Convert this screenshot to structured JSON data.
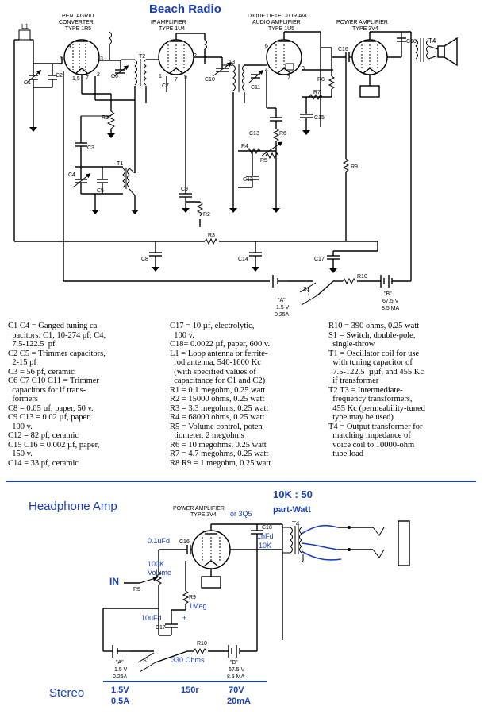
{
  "title": "Beach Radio",
  "tubes": [
    {
      "label": "PENTAGRID\nCONVERTER",
      "type": "TYPE 1R5"
    },
    {
      "label": "IF AMPLIFIER",
      "type": "TYPE 1U4"
    },
    {
      "label": "DIODE DETECTOR AVC\nAUDIO AMPLIFIER",
      "type": "TYPE 1U5"
    },
    {
      "label": "POWER AMPLIFIER",
      "type": "TYPE 3V4"
    }
  ],
  "components": {
    "L1": "L1",
    "C1": "C1",
    "C2": "C2",
    "C3": "C3",
    "C4": "C4",
    "C5": "C5",
    "C6": "C6",
    "C7": "C7",
    "C8": "C8",
    "C9": "C9",
    "C10": "C10",
    "C11": "C11",
    "C12": "C12",
    "C13": "C13",
    "C14": "C14",
    "C15": "C15",
    "C16": "C16",
    "C17": "C17",
    "C18": "C18",
    "R1": "R1",
    "R2": "R2",
    "R3": "R3",
    "R4": "R4",
    "R5": "R5",
    "R6": "R6",
    "R7": "R7",
    "R8": "R8",
    "R9": "R9",
    "R10": "R10",
    "T1": "T1",
    "T2": "T2",
    "T3": "T3",
    "T4": "T4",
    "S1": "S1"
  },
  "batteries": {
    "a_label": "\"A\"",
    "a_v": "1.5 V",
    "a_i": "0.25A",
    "b_label": "\"B\"",
    "b_v": "67.5 V",
    "b_i": "8.5 MA"
  },
  "notes_col1": "C1 C4 = Ganged tuning ca-\n  pacitors: C1, 10-274 pf; C4,\n  7.5-122.5  pf\nC2 C5 = Trimmer capacitors,\n  2-15 pf\nC3 = 56 pf, ceramic\nC6 C7 C10 C11 = Trimmer\n  capacitors for if trans-\n  formers\nC8 = 0.05 µf, paper, 50 v.\nC9 C13 = 0.02 µf, paper,\n  100 v.\nC12 = 82 pf, ceramic\nC15 C16 = 0.002 µf, paper,\n  150 v.\nC14 = 33 pf, ceramic",
  "notes_col2": "C17 = 10 µf, electrolytic,\n  100 v.\nC18= 0.0022 µf, paper, 600 v.\nL1 = Loop antenna or ferrite-\n  rod antenna, 540-1600 Kc\n  (with specified values of\n  capacitance for C1 and C2)\nR1 = 0.1 megohm, 0.25 watt\nR2 = 15000 ohms, 0.25 watt\nR3 = 3.3 megohms, 0.25 watt\nR4 = 68000 ohms, 0.25 watt\nR5 = Volume control, poten-\n  tiometer, 2 megohms\nR6 = 10 megohms, 0.25 watt\nR7 = 4.7 megohms, 0.25 watt\nR8 R9 = 1 megohm, 0.25 watt",
  "notes_col3": "R10 = 390 ohms, 0.25 watt\nS1 = Switch, double-pole,\n  single-throw\nT1 = Oscillator coil for use\n  with tuning capacitor of\n  7.5-122.5  µµf, and 455 Kc\n  if transformer\nT2 T3 = Intermediate-\n  frequency transformers,\n  455 Kc (permeability-tuned\n  type may be used)\nT4 = Output transformer for\n  matching impedance of\n  voice coil to 10000-ohm\n  tube load",
  "headphone": {
    "title": "Headphone Amp",
    "ratio": "10K : 50",
    "ratio_sub": "part-Watt",
    "tube_label": "POWER AMPLIFIER",
    "tube_type": "TYPE 3V4",
    "alt_tube": "or 3Q5",
    "c16_value": "0.1uFd",
    "c18_value": "1nFd",
    "c18_r": "10K",
    "r5_value": "100K",
    "r5_name": "Volume",
    "in_label": "IN",
    "r9_value": "1Meg",
    "c17_value": "10uFd",
    "plus": "+",
    "r10_value": "330 Ohms",
    "stereo": "Stereo",
    "a_supply_v": "1.5V",
    "a_supply_i": "0.5A",
    "mid_r": "150r",
    "b_supply_v": "70V",
    "b_supply_i": "20mA"
  }
}
